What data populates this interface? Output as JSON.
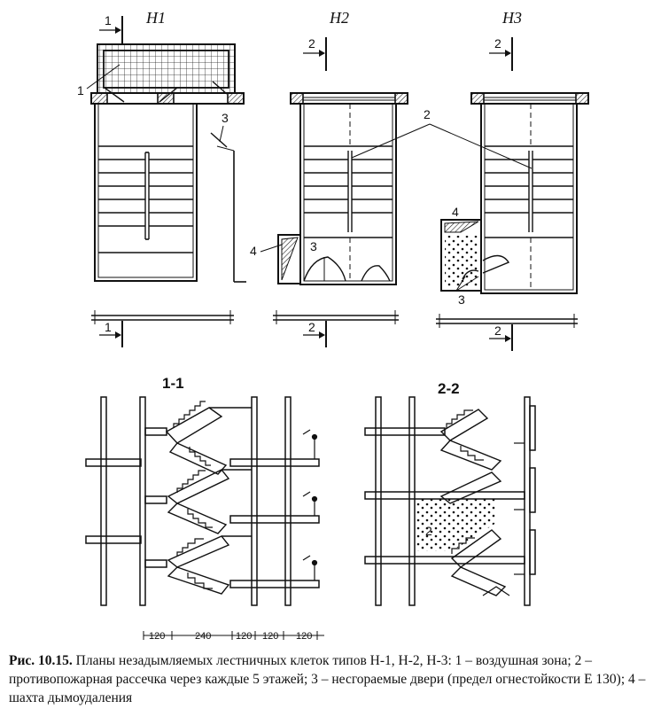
{
  "plans": {
    "h1": {
      "title": "H1"
    },
    "h2": {
      "title": "H2"
    },
    "h3": {
      "title": "H3"
    }
  },
  "section_marks": {
    "a": "1",
    "b": "2"
  },
  "callouts": {
    "air_zone": "1",
    "fire_break": "2",
    "doors": "3",
    "shaft": "4"
  },
  "sections": {
    "s11": {
      "title": "1-1"
    },
    "s22": {
      "title": "2-2",
      "fire_break_label": "2"
    }
  },
  "dimensions": [
    "120",
    "240",
    "120",
    "120",
    "120"
  ],
  "caption": {
    "label": "Рис. 10.15.",
    "text": "Планы незадымляемых лестничных клеток типов Н-1, Н-2, Н-3: 1 – воздушная зона; 2 – противопожарная рассечка через каждые 5 этажей; 3 – несгораемые двери (предел огнестойкости Е 130); 4 – шахта дымоудаления"
  }
}
